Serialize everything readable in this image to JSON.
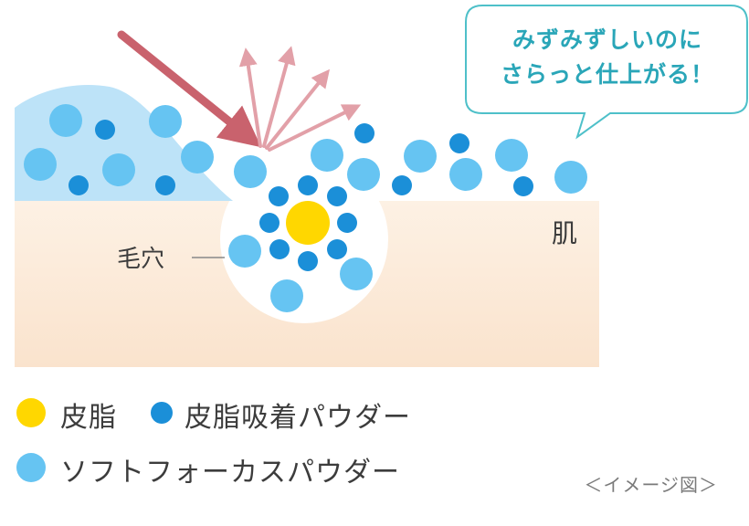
{
  "bubble": {
    "line1": "みずみずしいのに",
    "line2": "さらっと仕上がる！"
  },
  "labels": {
    "pore": "毛穴",
    "skin": "肌"
  },
  "legend": {
    "sebum": "皮脂",
    "sebum_absorbing_powder": "皮脂吸着パウダー",
    "soft_focus_powder": "ソフトフォーカスパウダー"
  },
  "caption": "＜イメージ図＞",
  "colors": {
    "sebum": "#ffd700",
    "absorbing_powder": "#1b8fd8",
    "soft_focus_powder": "#66c4f2",
    "skin": "#fbe6d2",
    "wave": "#bde3f8",
    "arrow": "#c9626d",
    "reflect_arrow": "#e2a0a8",
    "bubble_border": "#4ec0c9"
  }
}
